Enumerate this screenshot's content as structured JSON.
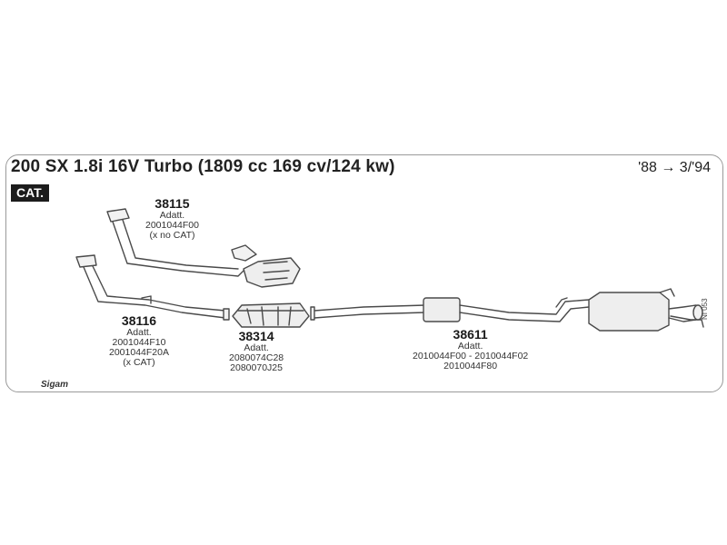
{
  "header": {
    "title": "200 SX 1.8i 16V Turbo (1809 cc 169 cv/124 kw)",
    "years": "'88 → 3/'94",
    "badge": "CAT."
  },
  "parts": [
    {
      "number": "38115",
      "lines": [
        "Adatt.",
        "2001044F00",
        "(x no CAT)"
      ]
    },
    {
      "number": "38116",
      "lines": [
        "Adatt.",
        "2001044F10",
        "2001044F20A",
        "(x CAT)"
      ]
    },
    {
      "number": "38314",
      "lines": [
        "Adatt.",
        "2080074C28",
        "2080070J25"
      ]
    },
    {
      "number": "38611",
      "lines": [
        "Adatt.",
        "2010044F00 - 2010044F02",
        "2010044F80"
      ]
    }
  ],
  "diagram_code": "NI 053",
  "logo_text": "Sigam"
}
